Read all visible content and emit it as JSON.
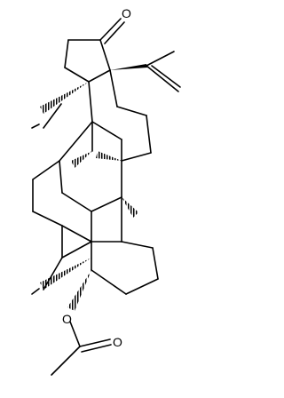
{
  "structure": {
    "atom_labels": {
      "ketone_oxygen": "O",
      "ester_oxygen": "O",
      "carbonyl_oxygen": "O"
    },
    "colors": {
      "bond": "#000000",
      "label": "#000000",
      "background": "#ffffff"
    }
  }
}
